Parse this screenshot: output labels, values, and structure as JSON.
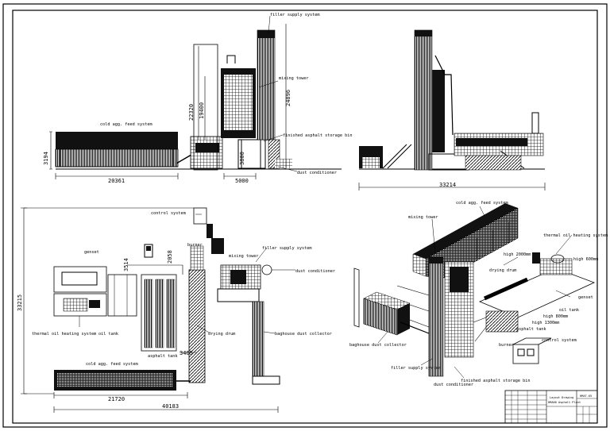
{
  "side_view": {
    "labels": {
      "filler": "filler supply system",
      "mixing_tower": "mixing tower",
      "cold_agg": "cold agg. feed system",
      "storage_bin": "finished asphalt storage bin",
      "dust_cond": "dust conditioner"
    },
    "dims": {
      "h_3194": "3194",
      "w_20361": "20361",
      "w_5000": "5000",
      "h_3800": "3800",
      "h_19400": "19400",
      "h_22320": "22320",
      "h_24896": "24896"
    }
  },
  "front_view": {
    "dims": {
      "w_33214": "33214"
    }
  },
  "plan_view": {
    "labels": {
      "control": "control system",
      "burner": "burner",
      "mixing_tower": "mixing tower",
      "filler": "filler supply system",
      "dust_cond": "dust conditioner",
      "genset": "genset",
      "thermal_oil": "thermal oil heating system",
      "oil_tank": "oil   tank",
      "asphalt_tank": "asphalt tank",
      "drying_drum": "drying drum",
      "baghouse": "baghouse dust collector",
      "cold_agg": "cold agg. feed system"
    },
    "dims": {
      "d_3514": "3514",
      "d_2058": "2058",
      "d_3465": "3465",
      "d_33215": "33215",
      "d_21720": "21720",
      "d_40183": "40183"
    }
  },
  "iso_view": {
    "labels": {
      "mixing_tower": "mixing tower",
      "cold_agg": "cold agg. feed system",
      "thermal_oil": "thermal oil heating system",
      "high_2000": "high 2000mm",
      "high_600": "high 600mm",
      "drying_drum": "drying drum",
      "genset": "genset",
      "oil_tank": "oil   tank",
      "high_800": "high 800mm",
      "high_1300": "high 1300mm",
      "asphalt_tank": "asphalt tank",
      "burner": "burner",
      "baghouse": "baghouse dust collector",
      "control": "control system",
      "filler": "filler supply system",
      "storage_bin": "finished asphalt storage bin",
      "dust_cond": "dust conditioner"
    }
  },
  "title_block": {
    "drawing_title": "Layout Drawing",
    "drawing_no": "HMAT-65",
    "plant_name": "HMA60 Asphalt Plant"
  }
}
